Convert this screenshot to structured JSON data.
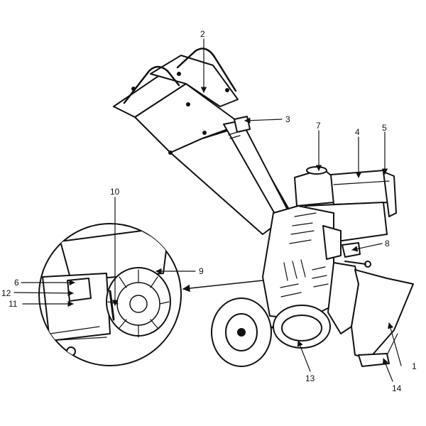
{
  "diagram": {
    "callouts": [
      {
        "id": "1",
        "label": "1"
      },
      {
        "id": "2",
        "label": "2"
      },
      {
        "id": "3",
        "label": "3"
      },
      {
        "id": "4",
        "label": "4"
      },
      {
        "id": "5",
        "label": "5"
      },
      {
        "id": "6",
        "label": "6"
      },
      {
        "id": "7",
        "label": "7"
      },
      {
        "id": "8",
        "label": "8"
      },
      {
        "id": "9",
        "label": "9"
      },
      {
        "id": "10",
        "label": "10"
      },
      {
        "id": "11",
        "label": "11"
      },
      {
        "id": "12",
        "label": "12"
      },
      {
        "id": "13",
        "label": "13"
      },
      {
        "id": "14",
        "label": "14"
      }
    ],
    "colors": {
      "line": "#111111",
      "background": "#ffffff"
    }
  }
}
